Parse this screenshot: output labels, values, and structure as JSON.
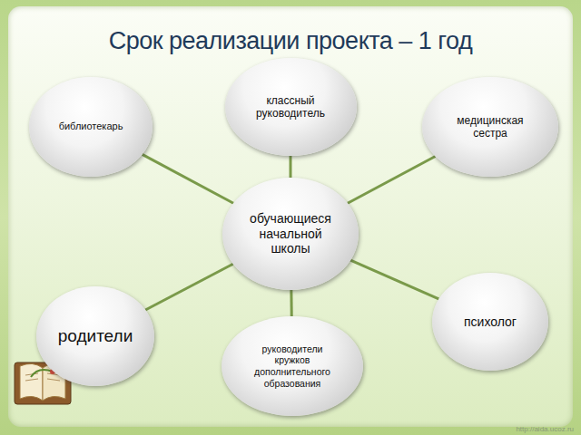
{
  "diagram": {
    "title": "Срок реализации проекта – 1 год",
    "nodes": [
      {
        "text": [
          "классный руководитель"
        ]
      },
      {
        "text": [
          "библиотекарь"
        ]
      },
      {
        "text": [
          "медицинская сестра"
        ]
      },
      {
        "text": [
          "обучающиеся начальной школы"
        ]
      },
      {
        "text": [
          "родители"
        ]
      },
      {
        "text": [
          "психолог"
        ]
      },
      {
        "text": [
          "руководители кружков дополнительного образования"
        ]
      }
    ],
    "edges": [
      {
        "from": 3,
        "to": 0,
        "arrow": "none"
      },
      {
        "from": 3,
        "to": 1,
        "arrow": "none"
      },
      {
        "from": 3,
        "to": 2,
        "arrow": "none"
      },
      {
        "from": 3,
        "to": 4,
        "arrow": "none"
      },
      {
        "from": 3,
        "to": 5,
        "arrow": "none"
      },
      {
        "from": 3,
        "to": 6,
        "arrow": "none"
      }
    ],
    "labels": [
      "http://aida.ucoz.ru"
    ]
  }
}
